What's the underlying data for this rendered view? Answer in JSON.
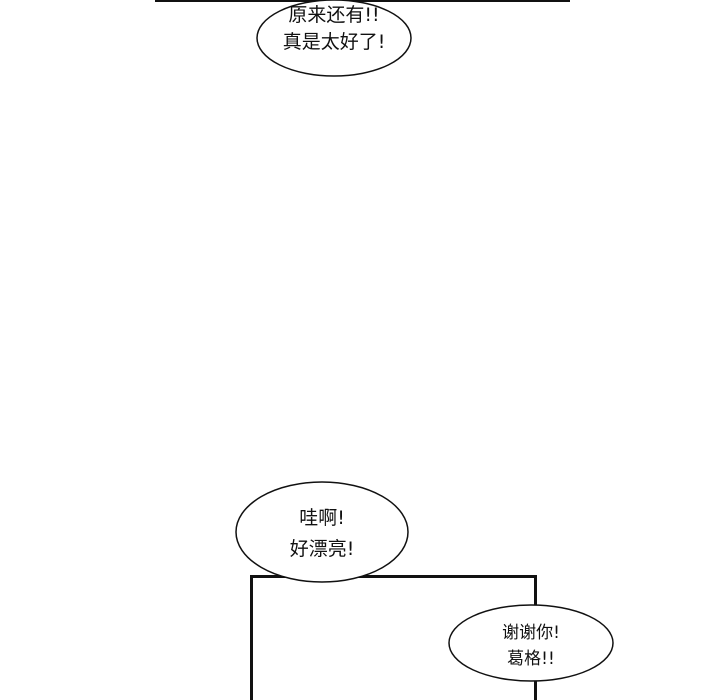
{
  "bubbles": [
    {
      "lines": [
        "原来还有!!",
        "真是太好了!"
      ]
    },
    {
      "lines": [
        "哇啊!",
        "好漂亮!"
      ]
    },
    {
      "lines": [
        "谢谢你!",
        "葛格!!"
      ]
    }
  ],
  "colors": {
    "ink": "#111111",
    "paper": "#ffffff"
  }
}
